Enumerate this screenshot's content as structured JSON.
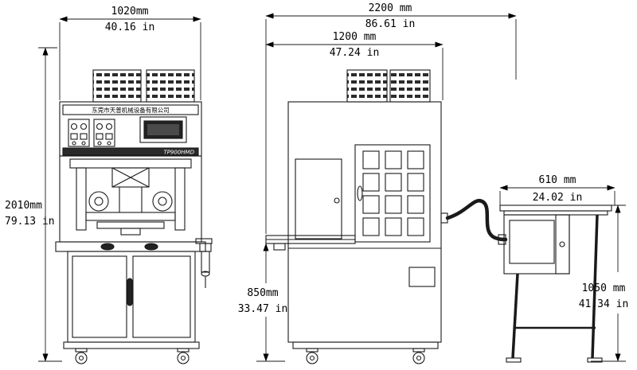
{
  "page": {
    "title": "Machine dimensional drawing"
  },
  "views": {
    "front": {
      "brand": "东莞市天普机械设备有限公司",
      "model": "TP900HMD"
    }
  },
  "dims": {
    "front": {
      "width_mm": "1020mm",
      "width_in": "40.16 in",
      "height_mm": "2010mm",
      "height_in": "79.13 in"
    },
    "side": {
      "overall_mm": "2200 mm",
      "overall_in": "86.61 in",
      "body_mm": "1200 mm",
      "body_in": "47.24 in",
      "infeed_height_mm": "850mm",
      "infeed_height_in": "33.47 in"
    },
    "table": {
      "width_mm": "610 mm",
      "width_in": "24.02 in",
      "height_mm": "1050 mm",
      "height_in": "41.34 in"
    }
  },
  "colors": {
    "line": "#1a1a1a",
    "background": "#ffffff",
    "dark_fill": "#222222"
  }
}
